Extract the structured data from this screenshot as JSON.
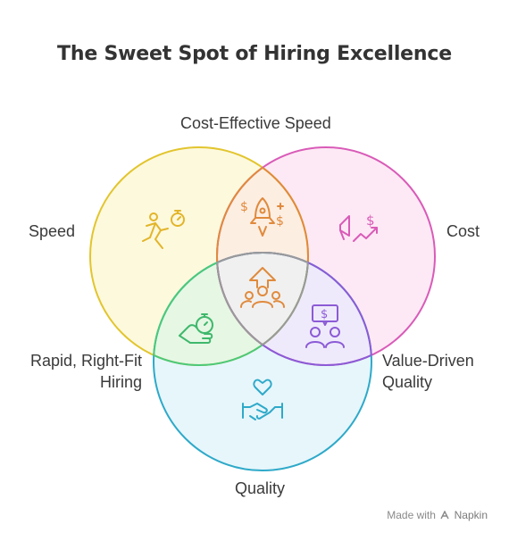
{
  "title": "The Sweet Spot of Hiring Excellence",
  "sets": {
    "speed": {
      "label": "Speed",
      "icon": "running-person-stopwatch-icon",
      "stroke": "#e2c52e",
      "fill": "#fdf9dd"
    },
    "cost": {
      "label": "Cost",
      "icon": "megaphone-dollar-growth-icon",
      "stroke": "#d95bb8",
      "fill": "#fde9f5"
    },
    "quality": {
      "label": "Quality",
      "icon": "heart-handshake-icon",
      "stroke": "#2ea9c9",
      "fill": "#e6f6fb"
    }
  },
  "intersections": {
    "speed_cost": {
      "label": "Cost-Effective Speed",
      "icon": "rocket-dollar-icon",
      "stroke": "#e08a3c",
      "fill": "#fdeee2"
    },
    "speed_quality": {
      "label_line1": "Rapid, Right-Fit",
      "label_line2": "Hiring",
      "icon": "hand-stopwatch-icon",
      "stroke": "#4cc97a",
      "fill": "#e6f7e4"
    },
    "cost_quality": {
      "label_line1": "Value-Driven",
      "label_line2": "Quality",
      "icon": "people-dollar-chat-icon",
      "stroke": "#8b5bd6",
      "fill": "#efeafb"
    },
    "center": {
      "icon": "team-growth-arrow-icon",
      "stroke": "#9a9a9a",
      "fill": "#f0f0f0"
    }
  },
  "footer": {
    "prefix": "Made with",
    "brand": "Napkin"
  }
}
